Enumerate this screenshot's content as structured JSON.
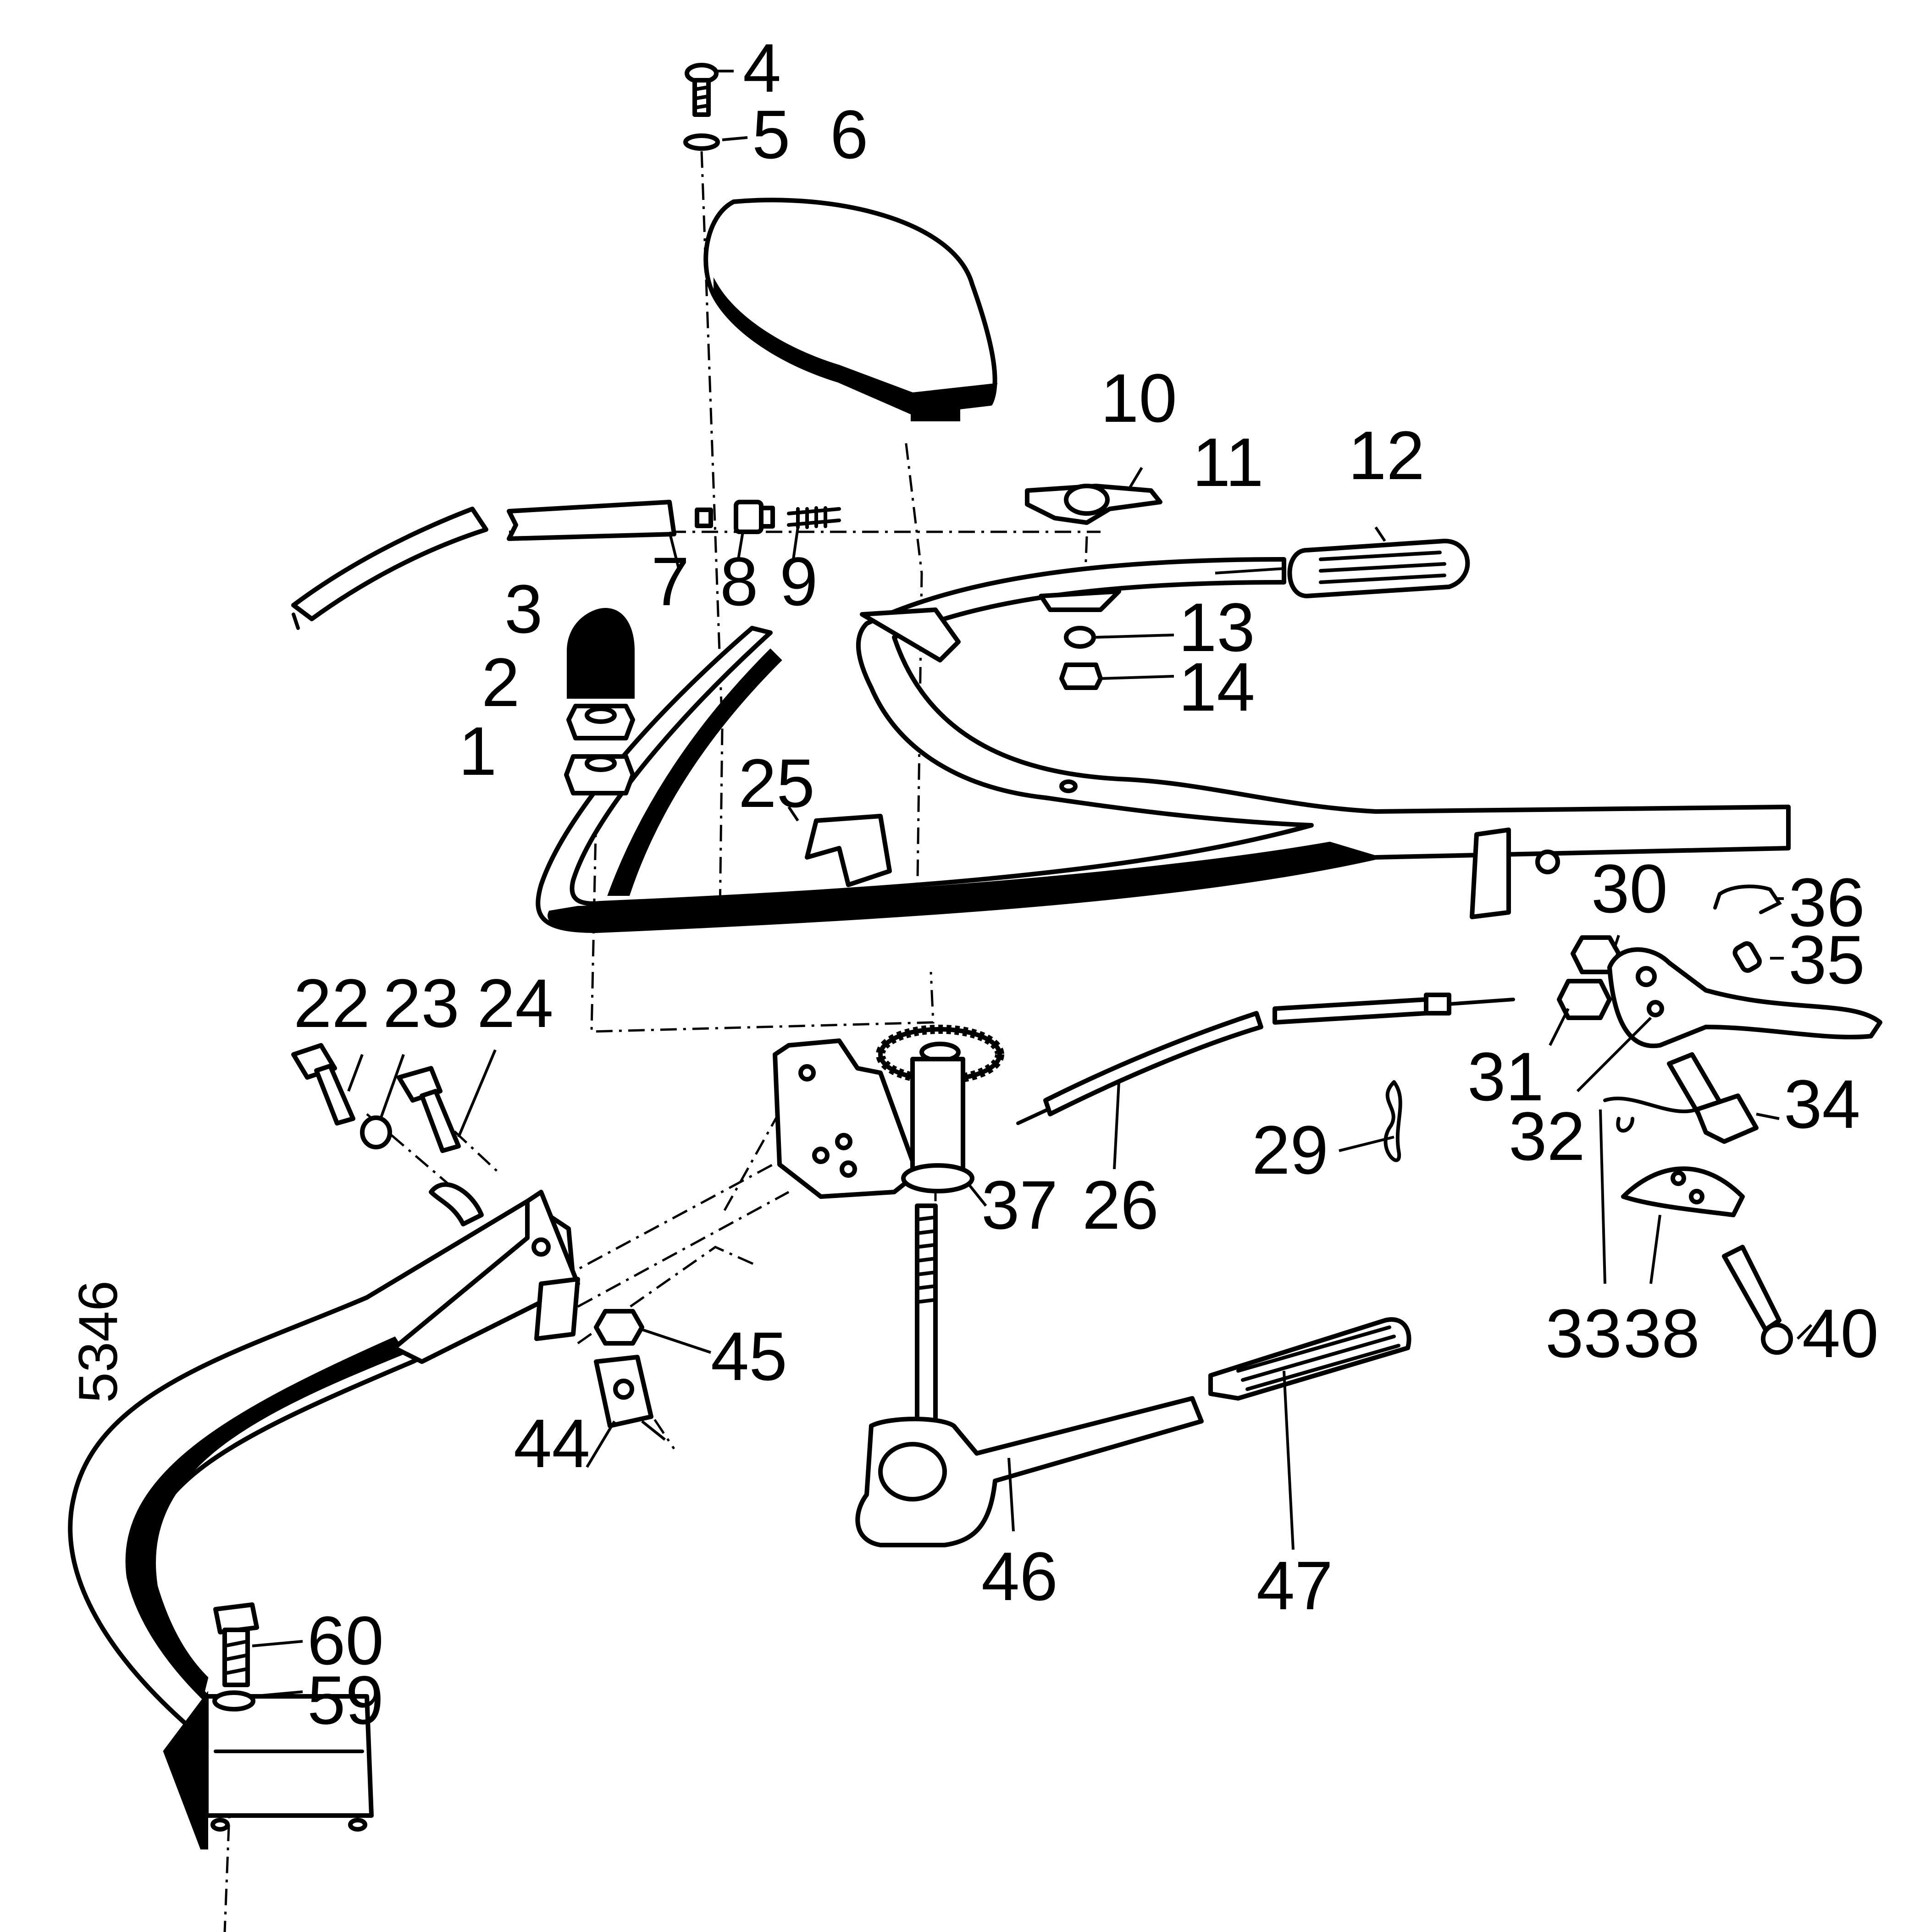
{
  "drawing_code": "5346",
  "callouts": [
    {
      "id": "c1",
      "label": "1"
    },
    {
      "id": "c2",
      "label": "2"
    },
    {
      "id": "c3",
      "label": "3"
    },
    {
      "id": "c4",
      "label": "4"
    },
    {
      "id": "c5",
      "label": "5"
    },
    {
      "id": "c6",
      "label": "6"
    },
    {
      "id": "c7",
      "label": "7"
    },
    {
      "id": "c8",
      "label": "8"
    },
    {
      "id": "c9",
      "label": "9"
    },
    {
      "id": "c10",
      "label": "10"
    },
    {
      "id": "c11",
      "label": "11"
    },
    {
      "id": "c12",
      "label": "12"
    },
    {
      "id": "c13",
      "label": "13"
    },
    {
      "id": "c14",
      "label": "14"
    },
    {
      "id": "c22",
      "label": "22"
    },
    {
      "id": "c23",
      "label": "23"
    },
    {
      "id": "c24",
      "label": "24"
    },
    {
      "id": "c25",
      "label": "25"
    },
    {
      "id": "c26",
      "label": "26"
    },
    {
      "id": "c29",
      "label": "29"
    },
    {
      "id": "c30",
      "label": "30"
    },
    {
      "id": "c31",
      "label": "31"
    },
    {
      "id": "c32",
      "label": "32"
    },
    {
      "id": "c33",
      "label": "33"
    },
    {
      "id": "c34",
      "label": "34"
    },
    {
      "id": "c35",
      "label": "35"
    },
    {
      "id": "c36",
      "label": "36"
    },
    {
      "id": "c37",
      "label": "37"
    },
    {
      "id": "c38",
      "label": "38"
    },
    {
      "id": "c40",
      "label": "40"
    },
    {
      "id": "c44",
      "label": "44"
    },
    {
      "id": "c45",
      "label": "45"
    },
    {
      "id": "c46",
      "label": "46"
    },
    {
      "id": "c47",
      "label": "47"
    },
    {
      "id": "c59",
      "label": "59"
    },
    {
      "id": "c60",
      "label": "60"
    }
  ]
}
